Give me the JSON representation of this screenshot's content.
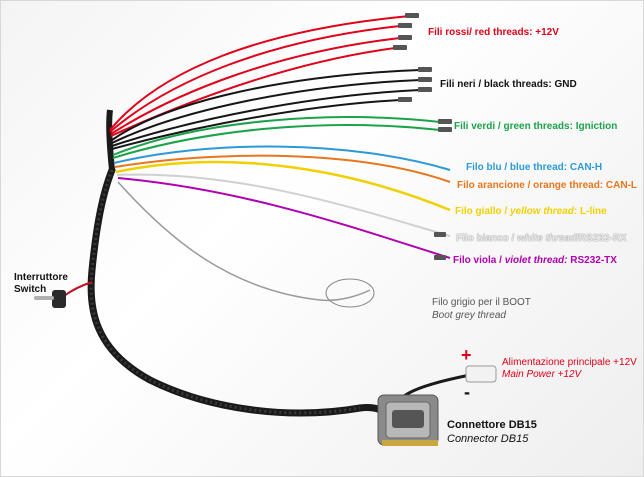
{
  "colors": {
    "red": "#e0001a",
    "black": "#161616",
    "green": "#1aa34a",
    "blue": "#2b9ad6",
    "orange": "#e8761c",
    "yellow": "#f0d000",
    "white": "#e8e8e8",
    "violet": "#b000b0",
    "grey": "#8a8a8a"
  },
  "labels": {
    "red": "Fili rossi/ red threads: +12V",
    "black": "Fili neri / black threads: GND",
    "green": "Fili verdi / green threads: Igniction",
    "blue": "Filo blu / blue thread: CAN-H",
    "orange": "Filo arancione / orange thread: CAN-L",
    "yellow_it": "Filo giallo / ",
    "yellow_en": "yellow thread",
    "yellow_val": ": L-line",
    "white_it": "Filo bianco / ",
    "white_en": "white thread",
    "white_val": "/RS232-RX",
    "violet_it": "Filo viola  / ",
    "violet_en": "violet thread:",
    "violet_val": "  RS232-TX",
    "grey_1": "Filo grigio per il BOOT",
    "grey_2": "Boot grey thread",
    "switch_1": "Interruttore",
    "switch_2": "Switch",
    "power_1": "Alimentazione principale +12V",
    "power_2": "Main Power +12V",
    "plus": "+",
    "minus": "-",
    "db15_1": "Connettore DB15",
    "db15_2": "Connector DB15"
  }
}
